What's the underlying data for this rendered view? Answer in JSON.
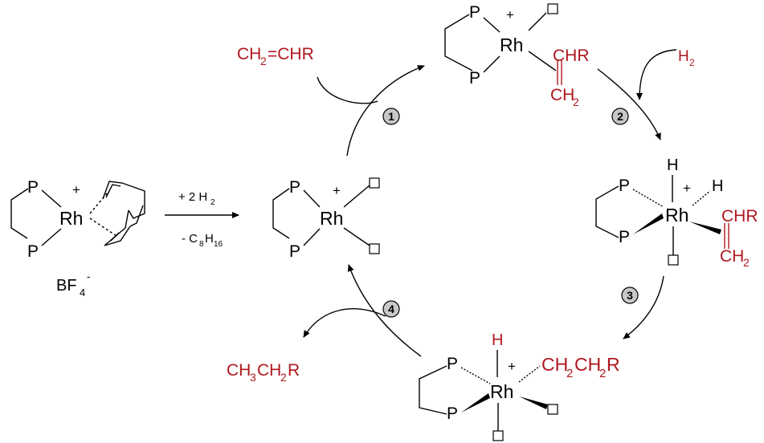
{
  "precatalyst": {
    "p_top": "P",
    "p_bottom": "P",
    "metal": "Rh",
    "charge": "+",
    "counterion": "BF",
    "counterion_sub": "4",
    "counterion_sup": "-"
  },
  "activation": {
    "reagent": "+ 2 H",
    "reagent_sub": "2",
    "byproduct_prefix": "- C",
    "byproduct_sub1": "8",
    "byproduct_mid": "H",
    "byproduct_sub2": "16"
  },
  "active_catalyst": {
    "p_top": "P",
    "p_bottom": "P",
    "metal": "Rh",
    "charge": "+"
  },
  "alkene_complex": {
    "p_top": "P",
    "p_bottom": "P",
    "metal": "Rh",
    "charge": "+",
    "alkene_top": "CHR",
    "alkene_bottom": "CH",
    "alkene_bottom_sub": "2"
  },
  "dihydride_complex": {
    "p_top": "P",
    "p_bottom": "P",
    "metal": "Rh",
    "charge": "+",
    "h_top": "H",
    "h_right": "H",
    "alkene_top": "CHR",
    "alkene_bottom": "CH",
    "alkene_bottom_sub": "2"
  },
  "alkyl_hydride_complex": {
    "p_top": "P",
    "p_bottom": "P",
    "metal": "Rh",
    "charge": "+",
    "h_top": "H",
    "alkyl_a": "CH",
    "alkyl_a_sub": "2",
    "alkyl_b": "CH",
    "alkyl_b_sub": "2",
    "alkyl_c": "R"
  },
  "reactants": {
    "alkene_a": "CH",
    "alkene_a_sub": "2",
    "alkene_b": "=CHR",
    "hydrogen": "H",
    "hydrogen_sub": "2"
  },
  "product": {
    "a": "CH",
    "a_sub": "3",
    "b": "CH",
    "b_sub": "2",
    "c": "R"
  },
  "steps": [
    "1",
    "2",
    "3",
    "4"
  ],
  "colors": {
    "red": "#b0171f",
    "badge": "#c8c8c8"
  }
}
